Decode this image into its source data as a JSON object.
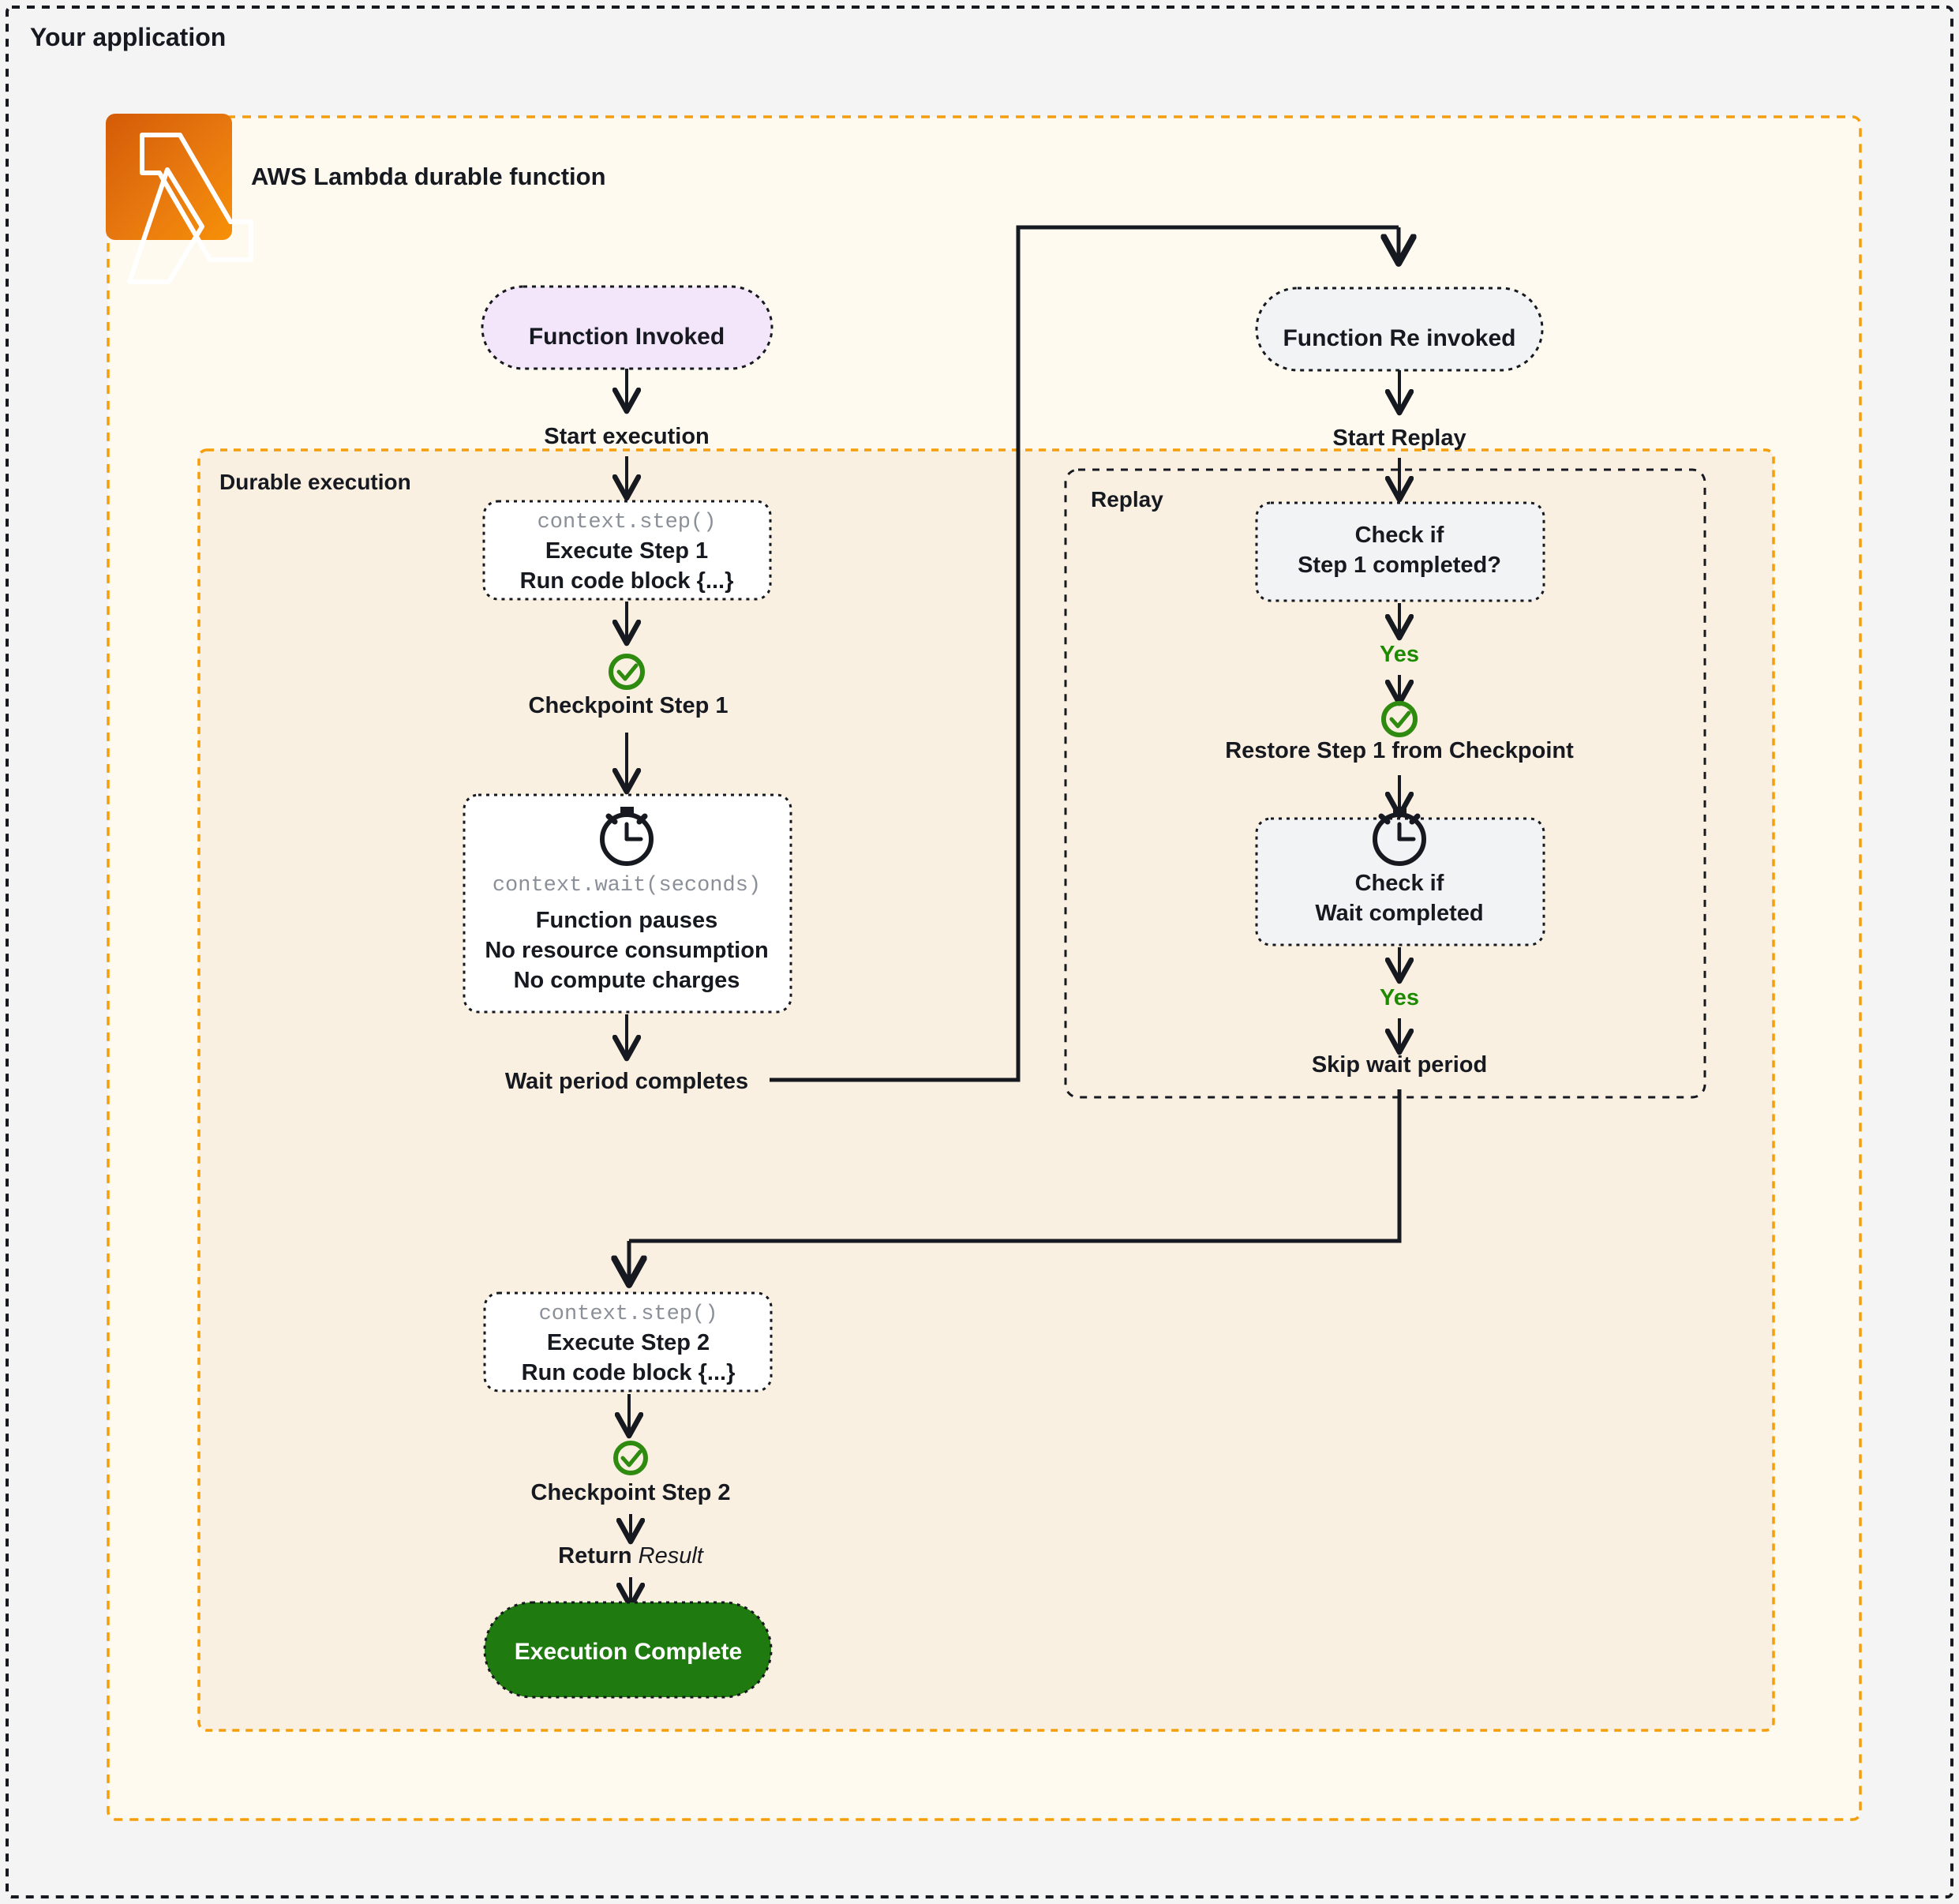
{
  "page": {
    "app_title": "Your application",
    "background": "#f4f4f5"
  },
  "colors": {
    "lambda_orange": "#e8861a",
    "lambda_orange_dark": "#d45b07",
    "container_fill": "#fffaf0",
    "durable_fill": "#faf0e1",
    "accent_orange": "#f59e0b",
    "node_gray": "#f2f3f5",
    "node_purple": "#f3e5fa",
    "node_white": "#ffffff",
    "success_green": "#2e8b0f",
    "complete_green": "#1f7a10",
    "stroke_dark": "#16191f",
    "code_gray": "#8a8f98"
  },
  "lambda_container": {
    "title": "AWS Lambda durable function",
    "logo_icon": "aws-lambda-logo"
  },
  "groups": [
    {
      "id": "durable",
      "label": "Durable execution"
    },
    {
      "id": "replay",
      "label": "Replay"
    }
  ],
  "nodes": {
    "function_invoked": {
      "label": "Function Invoked",
      "shape": "pill",
      "fill": "node_purple"
    },
    "function_reinvoked": {
      "label": "Function Re invoked",
      "shape": "pill",
      "fill": "node_gray"
    },
    "step1": {
      "code": "context.step()",
      "line1": "Execute Step 1",
      "line2": "Run code block {...}",
      "shape": "rounded-rect",
      "fill": "node_white"
    },
    "checkpoint1": {
      "label": "Checkpoint Step 1",
      "icon": "check-circle-icon"
    },
    "wait": {
      "icon": "stopwatch-icon",
      "code": "context.wait(seconds)",
      "line1": "Function pauses",
      "line2": "No resource consumption",
      "line3": "No compute charges",
      "shape": "rounded-rect",
      "fill": "node_white"
    },
    "wait_complete": {
      "label": "Wait period completes"
    },
    "check_step1": {
      "line1": "Check if",
      "line2": "Step 1 completed?",
      "shape": "rounded-rect",
      "fill": "node_gray"
    },
    "restore1": {
      "label": "Restore Step 1 from Checkpoint",
      "icon": "check-circle-icon"
    },
    "check_wait": {
      "icon": "stopwatch-icon",
      "line1": "Check if",
      "line2": "Wait completed",
      "shape": "rounded-rect",
      "fill": "node_gray"
    },
    "skip_wait": {
      "label": "Skip wait period"
    },
    "step2": {
      "code": "context.step()",
      "line1": "Execute Step 2",
      "line2": "Run code block {...}",
      "shape": "rounded-rect",
      "fill": "node_white"
    },
    "checkpoint2": {
      "label": "Checkpoint Step 2",
      "icon": "check-circle-icon"
    },
    "return_result": {
      "label_bold": "Return ",
      "label_italic": "Result"
    },
    "execution_complete": {
      "label": "Execution Complete",
      "shape": "pill",
      "fill": "complete_green"
    }
  },
  "edge_labels": {
    "start_execution": "Start execution",
    "start_replay": "Start Replay",
    "yes_step1": "Yes",
    "yes_wait": "Yes"
  }
}
